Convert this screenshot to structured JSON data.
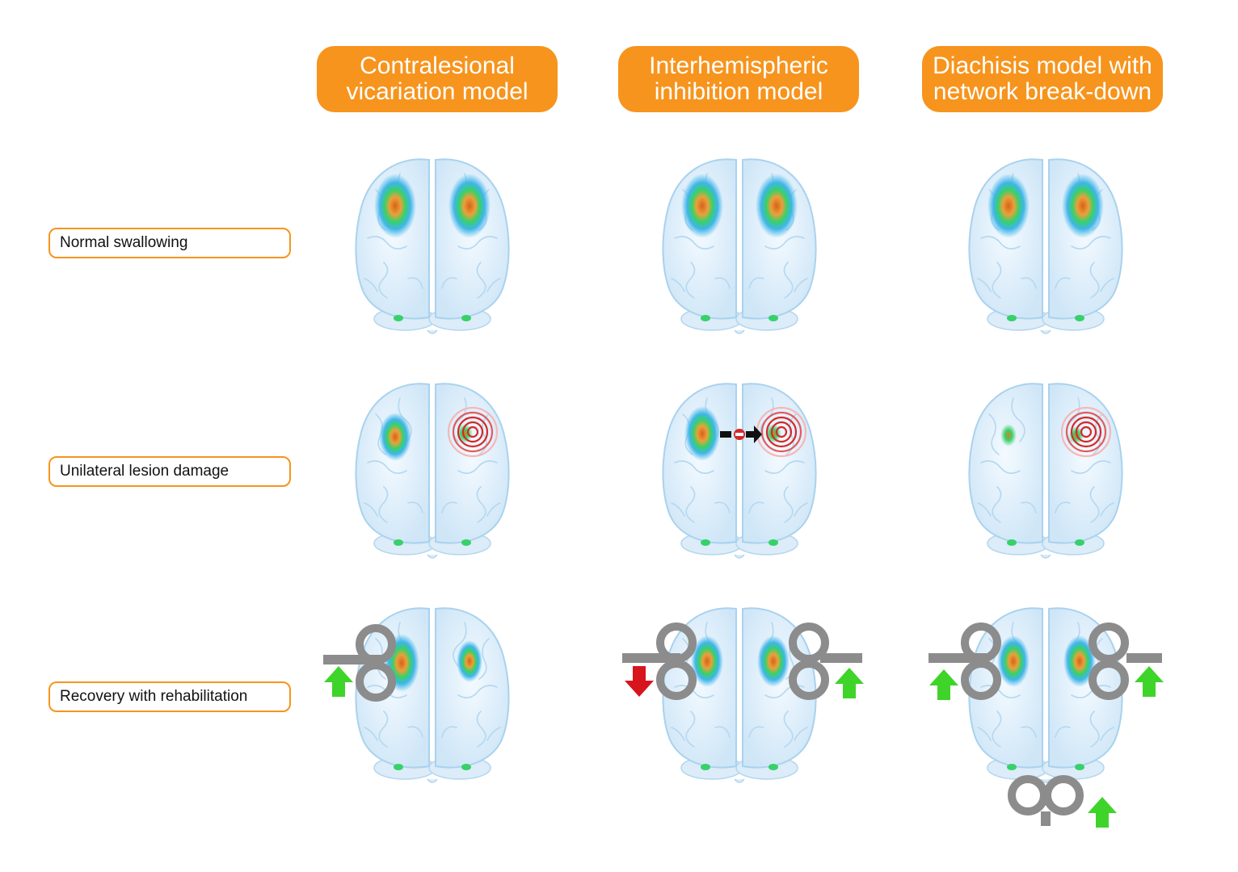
{
  "columns": [
    {
      "line1": "Contralesional",
      "line2": "vicariation model"
    },
    {
      "line1": "Interhemispheric",
      "line2": "inhibition model"
    },
    {
      "line1": "Diachisis model with",
      "line2": "network break-down"
    }
  ],
  "rows": [
    {
      "label": "Normal swallowing"
    },
    {
      "label": "Unilateral lesion damage"
    },
    {
      "label": "Recovery with rehabilitation"
    }
  ],
  "colors": {
    "header_bg": "#f7941d",
    "label_border": "#f7941d",
    "brain_fill": "#e3f1fb",
    "brain_stroke": "#a9d2ee",
    "activation_outer": "#3fb5e8",
    "activation_mid": "#37d16a",
    "activation_core": "#e07a1f",
    "lesion": "#d62828",
    "up_arrow": "#3fd42a",
    "down_arrow": "#d8141c",
    "coil": "#8c8c8c"
  },
  "icons": [
    "brain-icon",
    "lesion-target-icon",
    "inhibition-arrow-icon",
    "tms-coil-icon",
    "up-arrow-icon",
    "down-arrow-icon"
  ]
}
